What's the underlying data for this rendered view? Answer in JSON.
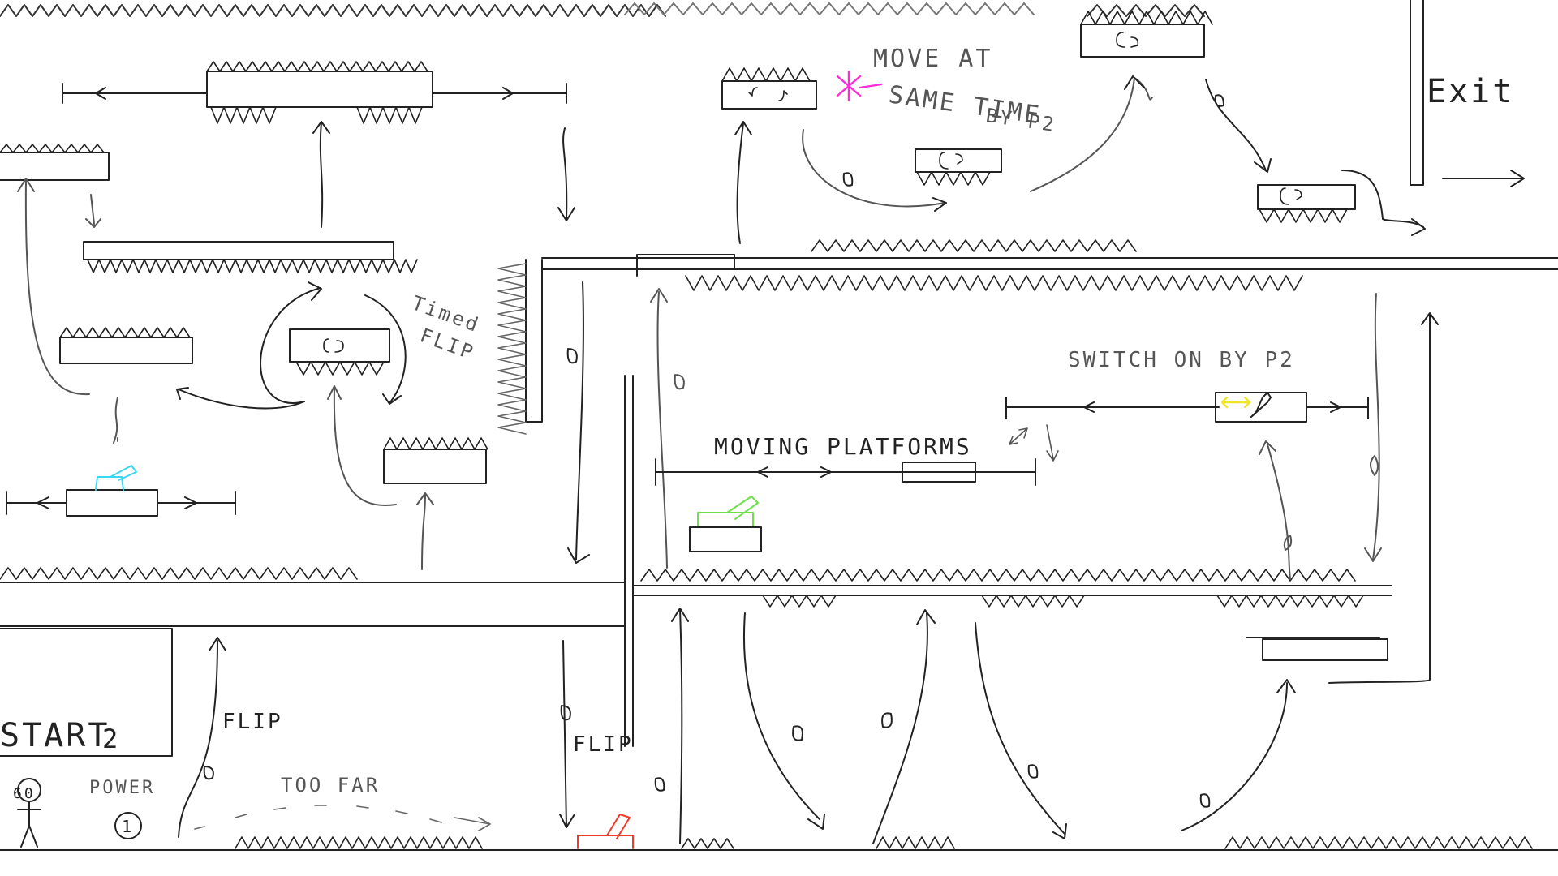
{
  "labels": {
    "start": "START",
    "start_num": "2",
    "power": "POWER",
    "power_num": "1",
    "player_face": "60",
    "flip_left": "FLIP",
    "flip_mid": "FLIP",
    "too_far": "TOO FAR",
    "timed_flip_1": "Timed",
    "timed_flip_2": "FLIP",
    "moving_platforms": "MOVING PLATFORMS",
    "switch_on": "SWITCH ON BY P2",
    "move_line1": "MOVE AT",
    "move_line2": "SAME TIME",
    "move_line3": "BY P2",
    "exit": "Exit"
  },
  "colors": {
    "ink": "#222222",
    "ink_light": "#666666",
    "switch_cyan": "#3ad7f5",
    "switch_green": "#6fe04a",
    "switch_red": "#f03a2a",
    "switch_yellow": "#f2e526",
    "marker_magenta": "#ff2bd6"
  },
  "icons": {
    "player": "stick-figure-icon",
    "power_coin": "power-coin-icon",
    "lever_cyan": "lever-switch-icon",
    "lever_green": "lever-switch-icon",
    "lever_red": "lever-switch-icon",
    "lever_yellow": "lever-switch-icon",
    "magenta_marker": "asterisk-icon"
  }
}
